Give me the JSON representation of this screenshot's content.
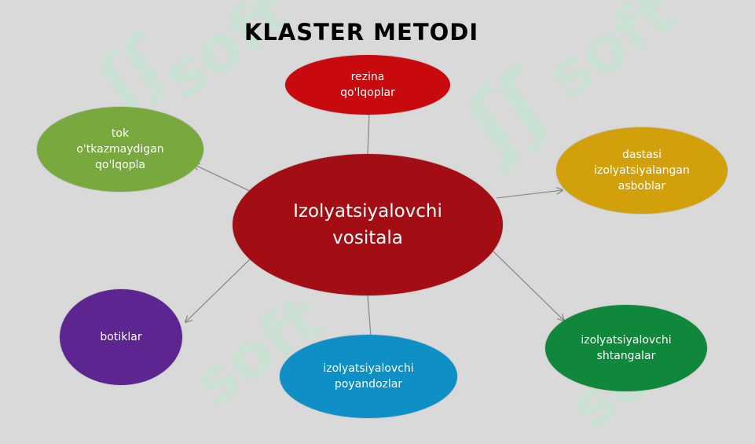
{
  "slide": {
    "title": "KLASTER METODI",
    "center": {
      "label": "Izolyatsiyalovchi\nvositala",
      "color": "#a30e14"
    },
    "nodes": [
      {
        "id": "rezina",
        "label": "rezina\nqo'lqoplar",
        "color": "#c80a0f"
      },
      {
        "id": "tok",
        "label": "tok\no'tkazmaydigan\nqo'lqopla",
        "color": "#78a83e"
      },
      {
        "id": "dastasi",
        "label": "dastasi\nizolyatsiyalangan\nasboblar",
        "color": "#d1a00b"
      },
      {
        "id": "botiklar",
        "label": "botiklar",
        "color": "#5c2590"
      },
      {
        "id": "poyandozlar",
        "label": "izolyatsiyalovchi\npoyandozlar",
        "color": "#0e8fc6"
      },
      {
        "id": "shtangalar",
        "label": "izolyatsiyalovchi\nshtangalar",
        "color": "#10883b"
      }
    ],
    "watermark": {
      "text": "soft",
      "color": "#bfe6cf"
    }
  }
}
